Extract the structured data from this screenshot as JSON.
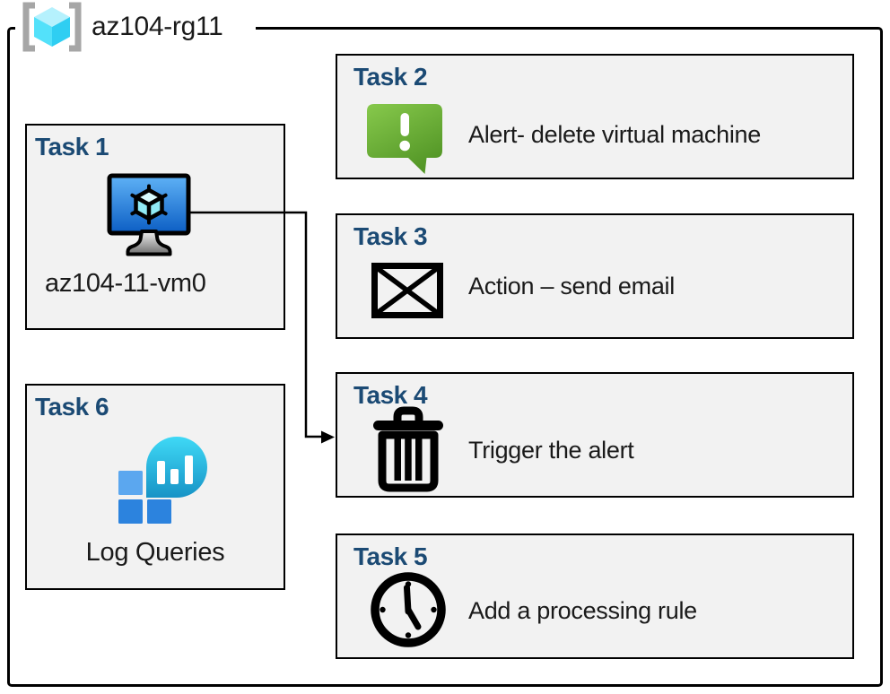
{
  "header": {
    "title": "az104-rg11"
  },
  "tasks": {
    "task1": {
      "title": "Task 1",
      "label": "az104-11-vm0",
      "icon": "virtual-machine"
    },
    "task2": {
      "title": "Task 2",
      "label": "Alert- delete virtual machine",
      "icon": "alert-message"
    },
    "task3": {
      "title": "Task 3",
      "label": "Action – send email",
      "icon": "email-envelope"
    },
    "task4": {
      "title": "Task 4",
      "label": "Trigger the alert",
      "icon": "trash-can"
    },
    "task5": {
      "title": "Task 5",
      "label": "Add a processing rule",
      "icon": "clock"
    },
    "task6": {
      "title": "Task 6",
      "label": "Log Queries",
      "icon": "log-analytics"
    }
  },
  "connector": {
    "from": "Task 1 virtual machine",
    "to": "Task 4",
    "style": "elbow-arrow"
  },
  "colors": {
    "task_title_blue": "#1B4A74",
    "box_background": "#F2F2F2",
    "box_border": "#000000",
    "alert_green": "#6FB63C",
    "vm_screen_blue": "#2F8FE8",
    "log_bubble_cyan": "#2CC3EC",
    "log_square_blue": "#2C83DE",
    "rg_cube_cyan": "#50E6FF",
    "bracket_gray": "#A6A6A6"
  }
}
